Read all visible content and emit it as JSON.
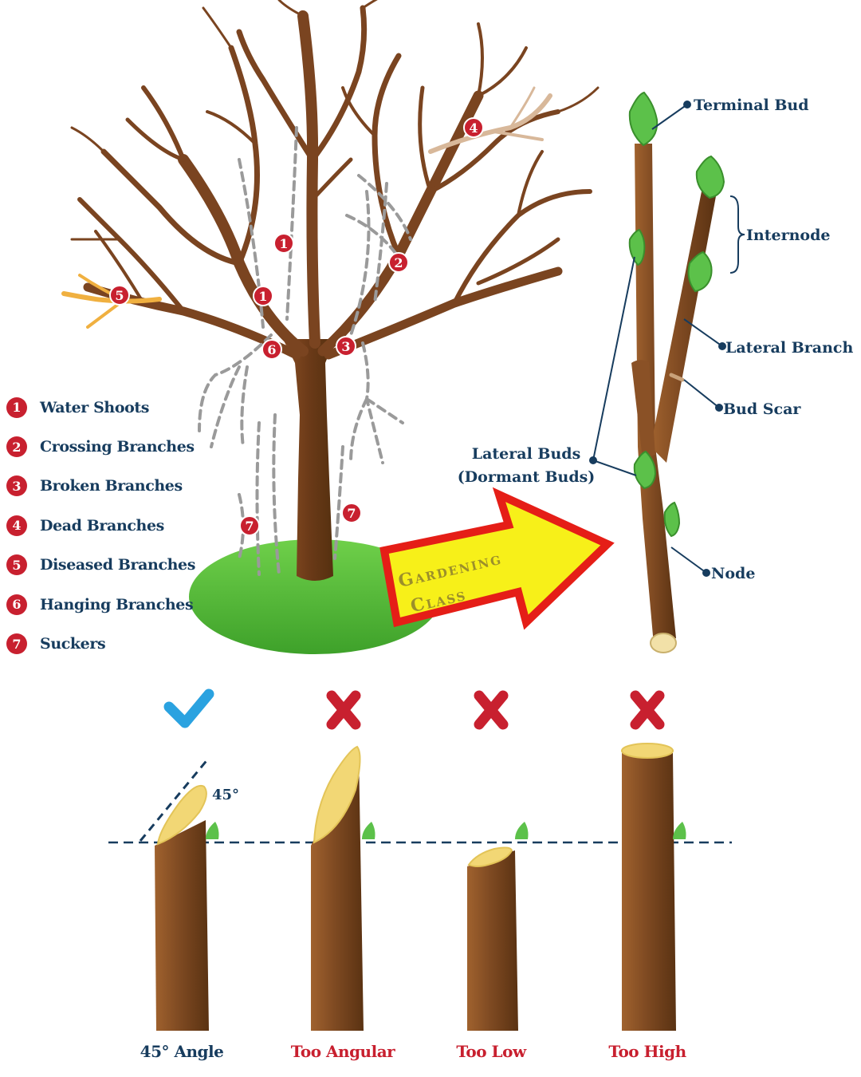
{
  "legend": [
    {
      "num": "1",
      "label": "Water Shoots"
    },
    {
      "num": "2",
      "label": "Crossing Branches"
    },
    {
      "num": "3",
      "label": "Broken Branches"
    },
    {
      "num": "4",
      "label": "Dead Branches"
    },
    {
      "num": "5",
      "label": "Diseased Branches"
    },
    {
      "num": "6",
      "label": "Hanging Branches"
    },
    {
      "num": "7",
      "label": "Suckers"
    }
  ],
  "tree_markers": [
    "1",
    "1",
    "2",
    "3",
    "4",
    "5",
    "6",
    "7",
    "7"
  ],
  "branch_parts": {
    "terminal_bud": "Terminal Bud",
    "internode": "Internode",
    "lateral_branch": "Lateral Branch",
    "bud_scar": "Bud Scar",
    "lateral_buds_line1": "Lateral Buds",
    "lateral_buds_line2": "(Dormant Buds)",
    "node": "Node"
  },
  "watermark": {
    "line1": "Gardening",
    "line2": "Class"
  },
  "cuts": [
    {
      "label": "45° Angle",
      "status": "correct",
      "label_color": "#173c5e"
    },
    {
      "label": "Too Angular",
      "status": "wrong",
      "label_color": "#c8202f"
    },
    {
      "label": "Too Low",
      "status": "wrong",
      "label_color": "#c8202f"
    },
    {
      "label": "Too High",
      "status": "wrong",
      "label_color": "#c8202f"
    }
  ],
  "angle_label": "45°",
  "colors": {
    "bark": "#7a4420",
    "bark_light": "#a0622e",
    "navy": "#173c5e",
    "red": "#c8202f",
    "grass": "#4fb82f",
    "bud": "#5cc14a",
    "check": "#2aa2e0",
    "arrow_fill": "#f7f019",
    "arrow_border": "#e51e17"
  },
  "icons": [
    "check-icon",
    "x-icon"
  ]
}
